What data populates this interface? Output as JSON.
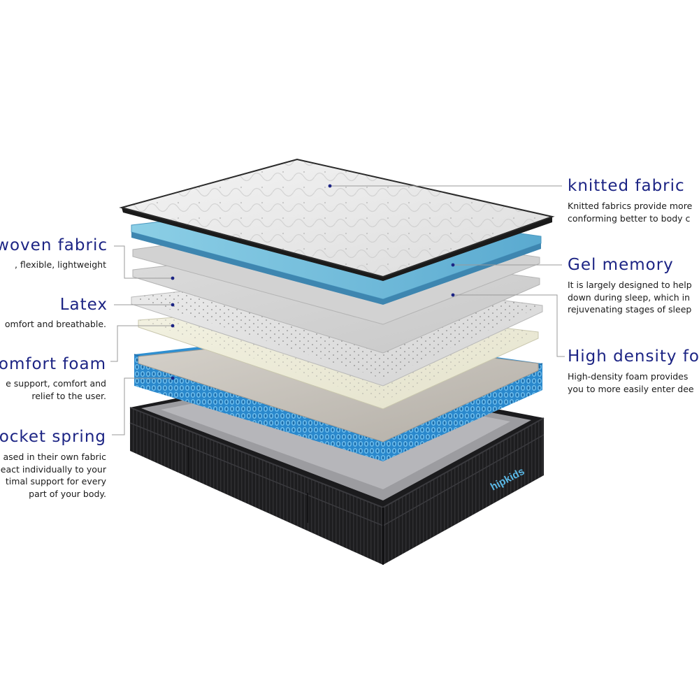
{
  "brand": {
    "logo_text": "hipkids",
    "logo_color": "#5ab8e6"
  },
  "colors": {
    "title": "#1c2484",
    "line": "#9a9a9a",
    "dot": "#1c2484",
    "spring": "#2a88cc"
  },
  "labels": {
    "knitted": {
      "title": "knitted fabric",
      "desc": "Knitted fabrics provide more\nconforming better to body c"
    },
    "gel": {
      "title": "Gel memory",
      "desc": "It is largely designed to help\ndown during sleep, which in\nrejuvenating stages of sleep"
    },
    "density": {
      "title": "High density fo",
      "desc": "High-density foam provides\nyou to more easily enter dee"
    },
    "nonwoven": {
      "title": "woven fabric",
      "desc": ", flexible, lightweight"
    },
    "latex": {
      "title": "Latex",
      "desc": "omfort and breathable."
    },
    "comfort": {
      "title": "omfort foam",
      "desc": "e support, comfort and\nrelief to the user."
    },
    "pocket": {
      "title": "ocket spring",
      "desc": "ased in their own fabric\neact individually to your\ntimal support for every\npart of your body."
    }
  }
}
